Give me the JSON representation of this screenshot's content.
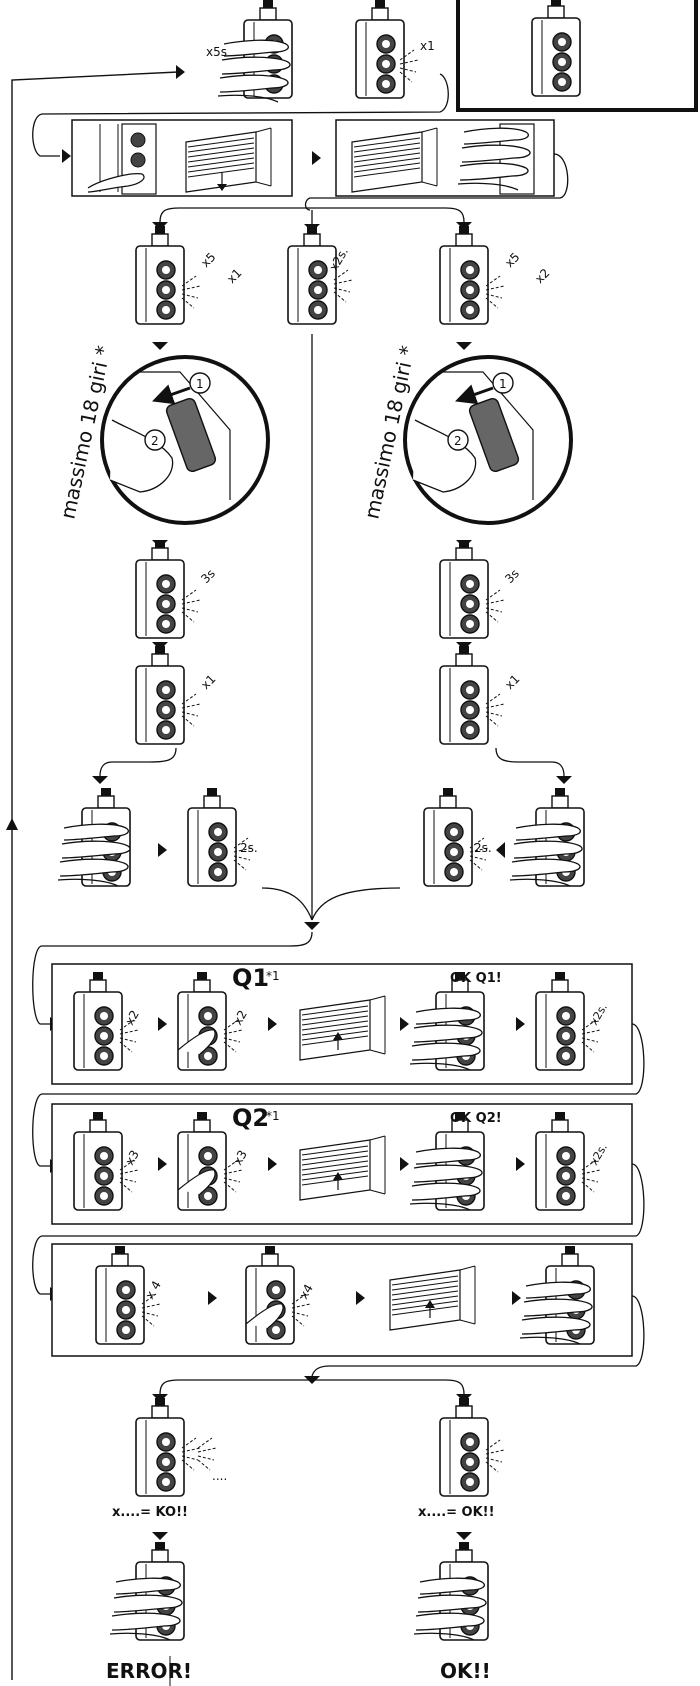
{
  "labels": {
    "x5s": "x5s",
    "x1": "x1",
    "x5": "x5",
    "x2s": "x2s.",
    "x2": "x2",
    "s3": "3s",
    "s2": "2s.",
    "x3": "x3",
    "x4": "x 4",
    "x4b": "x4",
    "dots": "....",
    "one": "1",
    "two": "2",
    "asterisk": "*"
  },
  "turns": {
    "left": "massimo 18 giri *",
    "right": "massimo 18 giri *"
  },
  "steps": {
    "q1": "Q1",
    "q1_note": "*1",
    "ok_q1": "OK Q1!",
    "q2": "Q2",
    "q2_note": "*1",
    "ok_q2": "OK Q2!"
  },
  "results": {
    "ko_eq": "x....= KO!!",
    "ok_eq": "x....= OK!!",
    "error": "ERROR!",
    "ok": "OK!!"
  }
}
